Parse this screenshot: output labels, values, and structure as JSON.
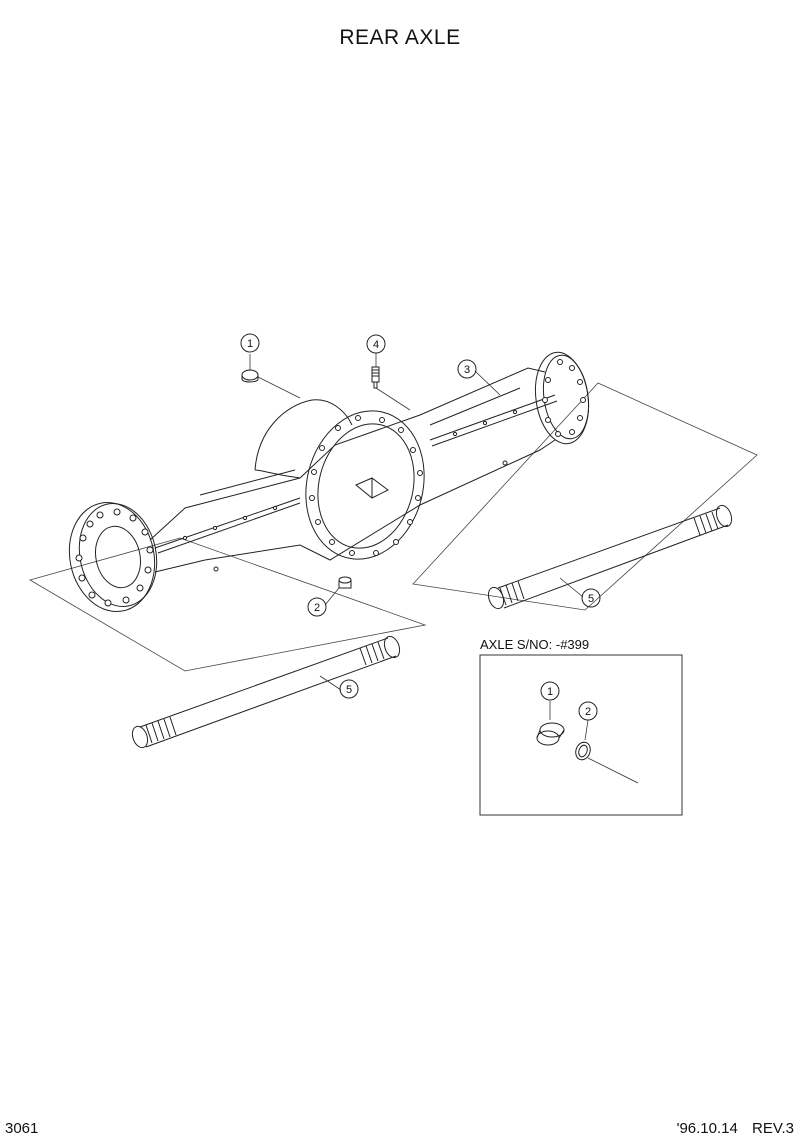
{
  "title": "REAR AXLE",
  "callouts": {
    "c1": "1",
    "c2": "2",
    "c3": "3",
    "c4": "4",
    "c5a": "5",
    "c5b": "5",
    "d1": "1",
    "d2": "2"
  },
  "detail_box": {
    "label": "AXLE S/NO: -#399"
  },
  "footer": {
    "page_number": "3061",
    "date": "'96.10.14",
    "revision": "REV.3"
  }
}
